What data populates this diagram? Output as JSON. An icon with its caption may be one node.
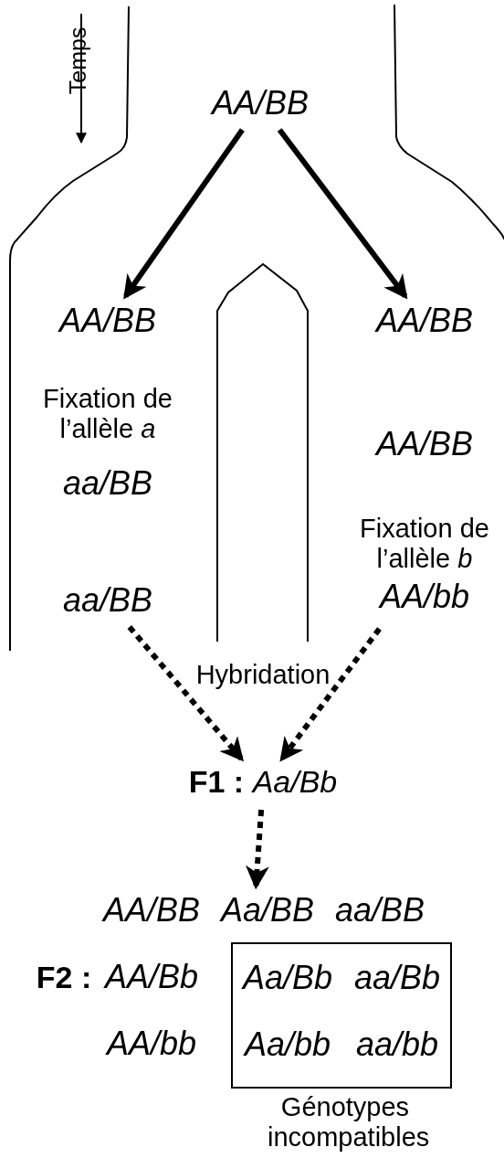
{
  "diagram": {
    "nodes": [
      {
        "text": [
          "AA/BB"
        ]
      },
      {
        "text": [
          "AA/BB"
        ]
      },
      {
        "text": [
          "AA/BB"
        ]
      },
      {
        "text": [
          "aa/BB"
        ]
      },
      {
        "text": [
          "AA/bb"
        ],
        "beside": [
          "Fixation de l’allèle *b*"
        ]
      },
      {
        "text": [
          "**F1 :** *Aa/Bb*"
        ]
      },
      {
        "text": [
          "F2 :"
        ]
      },
      {
        "text": [
          "Aa/Bb",
          "aa/Bb",
          "Aa/bb",
          "aa/bb"
        ],
        "in": 6,
        "beside": [
          "Génotypes incompatibles"
        ]
      }
    ],
    "edges": [
      {
        "from": 0,
        "to": 1,
        "arrow": "to"
      },
      {
        "from": 0,
        "to": 2,
        "arrow": "to"
      },
      {
        "from": 3,
        "to": 5,
        "arrow": "to",
        "style": "dashed"
      },
      {
        "from": 4,
        "to": 5,
        "arrow": "to",
        "style": "dashed"
      },
      {
        "from": 5,
        "to": 6,
        "arrow": "to",
        "style": "dashed"
      }
    ],
    "labels": [
      "Temps",
      "Fixation de l’allèle *a*",
      "aa/BB",
      "AA/BB",
      "Hybridation",
      "AA/BB",
      "Aa/BB",
      "aa/BB",
      "AA/Bb",
      "AA/bb"
    ]
  }
}
